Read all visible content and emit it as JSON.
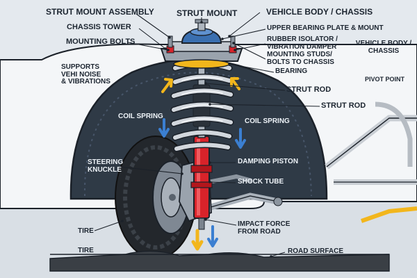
{
  "labels": {
    "strut_mount_assembly": "STRUT MOUNT ASSEMBLY",
    "strut_mount": "STRUT MOUNT",
    "vehicle_body_chassis_top": "VEHICLE BODY / CHASSIS",
    "chassis_tower": "CHASSIS TOWER",
    "upper_bearing_plate": "UPPER BEARING PLATE & MOUNT",
    "mounting_bolts": "MOUNTING BOLTS",
    "rubber_isolator_line1": "RUBBER ISOLATOR /",
    "rubber_isolator_line2": "VIBRATION DAMPER",
    "vehicle_body_chassis_side_line1": "VEHICLE BODY /",
    "vehicle_body_chassis_side_line2": "CHASSIS",
    "mounting_studs_line1": "MOUNTING STUDS/",
    "mounting_studs_line2": "BOLTS TO CHASSIS",
    "supports_line1": "SUPPORTS",
    "supports_line2": "VEHI NOISE",
    "supports_line3": "& VIBRATIONS",
    "bearing": "BEARING",
    "pivot_point": "PIVOT POINT",
    "strut_rod_upper": "STRUT ROD",
    "strut_rod_lower": "STRUT ROD",
    "coil_spring_left": "COIL SPRING",
    "coil_spring_right": "COIL SPRING",
    "steering_knuckle_line1": "STEERING",
    "steering_knuckle_line2": "KNUCKLE",
    "damping_piston": "DAMPING PISTON",
    "shock_tube": "SHOCK TUBE",
    "tire_upper": "TIRE",
    "impact_force_line1": "IMPACT FORCE",
    "impact_force_line2": "FROM ROAD",
    "tire_lower": "TIRE",
    "road_surface": "ROAD SURFACE"
  },
  "colors": {
    "background": "#e9edf1",
    "body_panel": "#f4f6f8",
    "wheel_well": "#2f3a46",
    "spring": "#c9ced4",
    "shock_red": "#d8232a",
    "mount_blue": "#3a6fb0",
    "arrow_blue": "#3b7fd1",
    "arrow_yellow": "#f2b61c",
    "road": "#3a3f45",
    "outline": "#1b2129"
  }
}
